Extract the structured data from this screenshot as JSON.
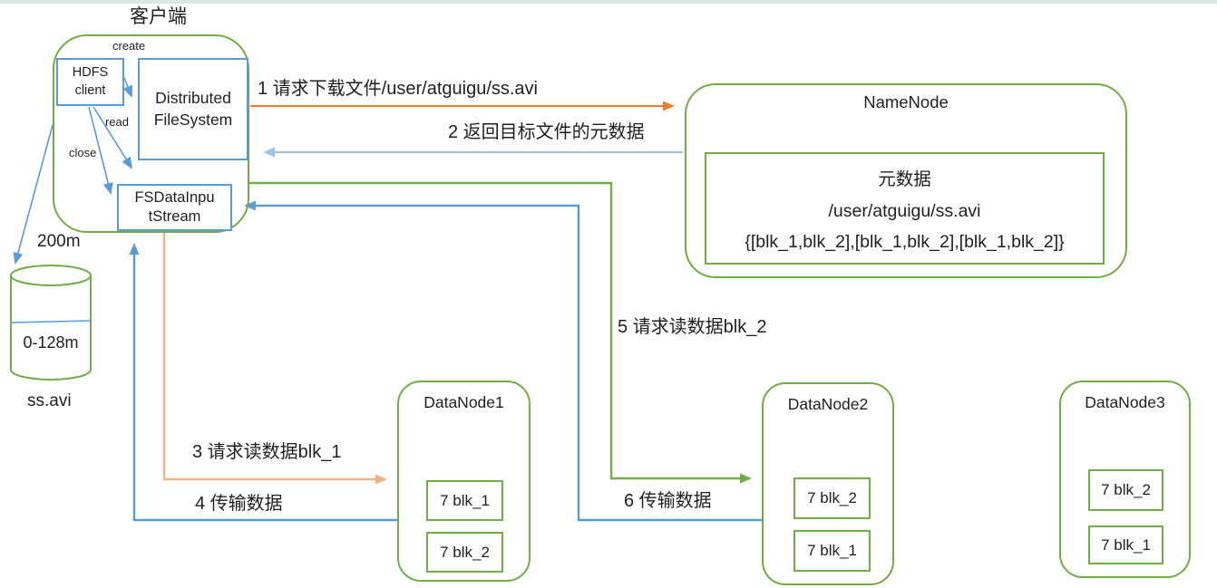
{
  "colors": {
    "green": "#70AD47",
    "blue": "#5B9BD5",
    "light-blue": "#9DC3E6",
    "orange": "#ED7D31",
    "light-orange": "#F4B183",
    "text": "#1f1f1f",
    "top-band": "#d8e9e2"
  },
  "client": {
    "title": "客户端",
    "create_label": "create",
    "read_label": "read",
    "close_label": "close",
    "hdfs_client_label": "HDFS client",
    "distributed_filesystem_label": "Distributed FileSystem",
    "fs_data_input_stream_line1": "FSDataInpu",
    "fs_data_input_stream_line2": "tStream"
  },
  "local_file": {
    "size_label": "200m",
    "range_label": "0-128m",
    "file_name": "ss.avi"
  },
  "namenode": {
    "title": "NameNode",
    "metadata_title": "元数据",
    "file_path": "/user/atguigu/ss.avi",
    "block_map": "{[blk_1,blk_2],[blk_1,blk_2],[blk_1,blk_2]}"
  },
  "steps": {
    "s1": "1 请求下载文件/user/atguigu/ss.avi",
    "s2": "2 返回目标文件的元数据",
    "s3": "3 请求读数据blk_1",
    "s4": "4 传输数据",
    "s5": "5 请求读数据blk_2",
    "s6": "6 传输数据"
  },
  "datanodes": [
    {
      "title": "DataNode1",
      "blocks": [
        "7 blk_1",
        "7 blk_2"
      ]
    },
    {
      "title": "DataNode2",
      "blocks": [
        "7 blk_2",
        "7 blk_1"
      ]
    },
    {
      "title": "DataNode3",
      "blocks": [
        "7 blk_2",
        "7 blk_1"
      ]
    }
  ]
}
